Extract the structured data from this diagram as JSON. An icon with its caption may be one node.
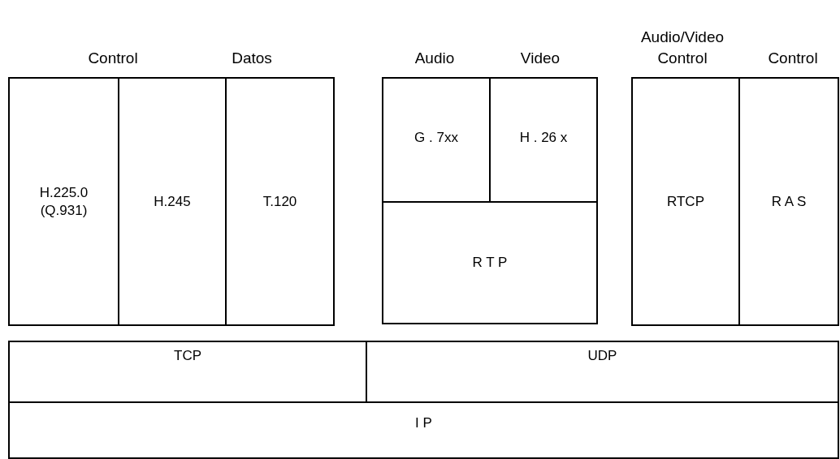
{
  "diagram": {
    "nodes": [
      {
        "text": [
          "H.225.0 (Q.931)"
        ]
      },
      {
        "text": [
          "H.245"
        ]
      },
      {
        "text": [
          "T.120"
        ]
      },
      {
        "text": [
          "G . 7xx"
        ]
      },
      {
        "text": [
          "H . 26 x"
        ]
      },
      {
        "text": [
          "R T P"
        ]
      },
      {
        "text": [
          "RTCP"
        ]
      },
      {
        "text": [
          "R A S"
        ]
      },
      {
        "text": [
          "TCP"
        ]
      },
      {
        "text": [
          "UDP"
        ]
      },
      {
        "text": [
          "I P"
        ]
      }
    ],
    "labels": [
      "Audio/Video",
      "Control",
      "Datos",
      "Audio",
      "Video",
      "Control",
      "Control"
    ]
  }
}
